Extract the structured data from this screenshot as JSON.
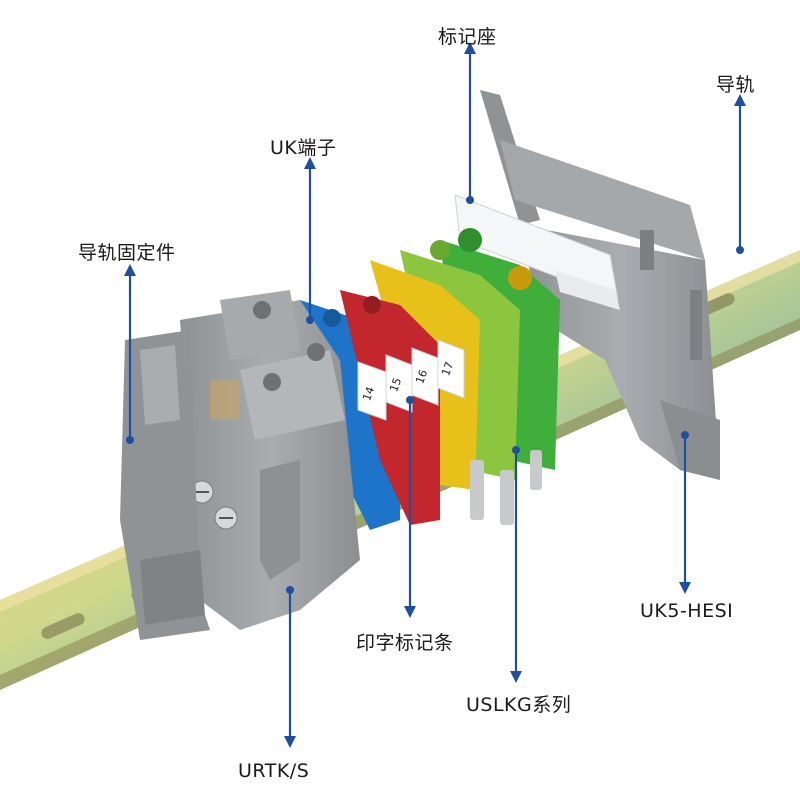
{
  "colors": {
    "callout": "#1f4fa0",
    "label_text": "#1a1a1a",
    "rail_gold": "#d9bf6a",
    "terminal_grey": "#9a9ea1",
    "blue_terminal": "#1e74c9",
    "red_terminal": "#c2272d",
    "yellow_green_terminal": "#c9d21e"
  },
  "labels": {
    "marker_holder": "标记座",
    "rail": "导轨",
    "uk_terminal": "UK端子",
    "end_stop": "导轨固定件",
    "print_marker_strip": "印字标记条",
    "uslkg_series": "USLKG系列",
    "uk5_hesi": "UK5-HESI",
    "urtk_s": "URTK/S"
  },
  "marker_numbers": [
    "14",
    "15",
    "16",
    "17"
  ]
}
